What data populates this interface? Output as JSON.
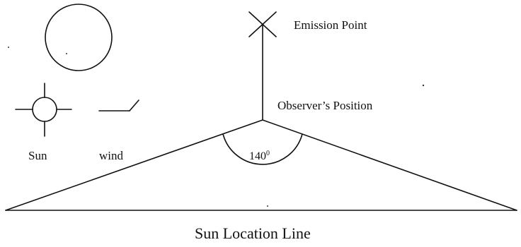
{
  "labels": {
    "emission_point": "Emission Point",
    "observer_position": "Observer’s Position",
    "sun": "Sun",
    "wind": "wind",
    "angle_value": "140",
    "angle_unit": "0",
    "sun_location_line": "Sun Location Line"
  },
  "colors": {
    "stroke": "#111111",
    "background": "#ffffff"
  },
  "icons": {
    "emission_marker": "x-cross-icon",
    "sun_symbol": "sun-crosshair-icon",
    "wind_symbol": "wind-barb-icon",
    "legend_circle": "circle-icon"
  }
}
